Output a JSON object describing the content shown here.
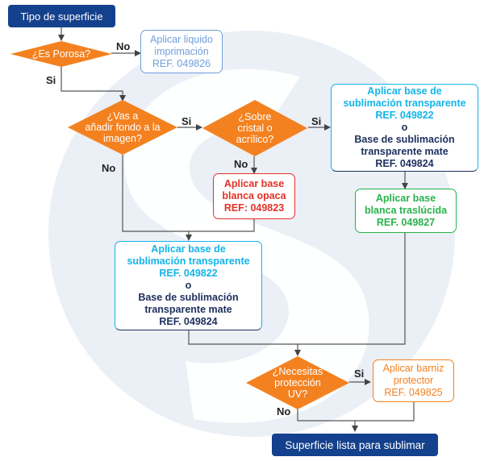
{
  "start": "Tipo de superficie",
  "end": "Superficie lista para sublimar",
  "decisions": {
    "porosa": [
      "¿Es Porosa?"
    ],
    "fondo": [
      "¿Vas a",
      "añadir fondo a la",
      "imagen?"
    ],
    "cristal": [
      "¿Sobre",
      "cristal o",
      "acrílico?"
    ],
    "uv": [
      "¿Necesitas",
      "protección",
      "UV?"
    ]
  },
  "edges": {
    "yes": "Si",
    "no": "No"
  },
  "boxes": {
    "imprimacion": [
      "Aplicar liquido",
      "imprimación",
      "REF. 049826"
    ],
    "transparente_top": [
      "Aplicar base de",
      "sublimación transparente",
      "REF. 049822",
      "o",
      "Base de sublimación",
      "transparente mate",
      "REF. 049824"
    ],
    "blanca_opaca": [
      "Aplicar base",
      "blanca opaca",
      "REF: 049823"
    ],
    "blanca_traslucida": [
      "Aplicar base",
      "blanca traslúcida",
      "REF. 049827"
    ],
    "transparente_mid": [
      "Aplicar base de",
      "sublimación transparente",
      "REF. 049822",
      "o",
      "Base de sublimación",
      "transparente mate",
      "REF. 049824"
    ],
    "barniz": [
      "Aplicar barniz",
      "protector",
      "REF. 049825"
    ]
  },
  "colors": {
    "navy": "#14418d",
    "orange": "#f48120",
    "cyan": "#13b4e8",
    "light_blue": "#6f9fdc",
    "red": "#e23326",
    "green": "#28b24b",
    "dark_text": "#1d2f5e",
    "background_logo": "#ebeff6"
  }
}
